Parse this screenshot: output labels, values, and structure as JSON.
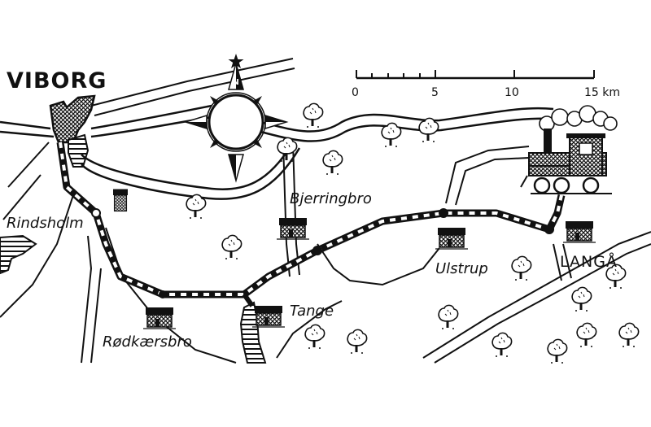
{
  "map": {
    "places": {
      "viborg": "VIBORG",
      "rindsholm": "Rindsholm",
      "bjerringbro": "Bjerringbro",
      "ulstrup": "Ulstrup",
      "tange": "Tange",
      "rodkaersbro": "Rødkærsbro",
      "langa": "LANGÅ"
    },
    "compass": {
      "north": "N"
    },
    "scale_bar": {
      "ticks": [
        "0",
        "5",
        "10",
        "15 km"
      ]
    },
    "colors": {
      "ink": "#111111",
      "paper": "#ffffff"
    },
    "icons": [
      "compass-rose-icon",
      "steam-locomotive-icon",
      "tree-icon",
      "house-icon",
      "station-icon"
    ]
  }
}
